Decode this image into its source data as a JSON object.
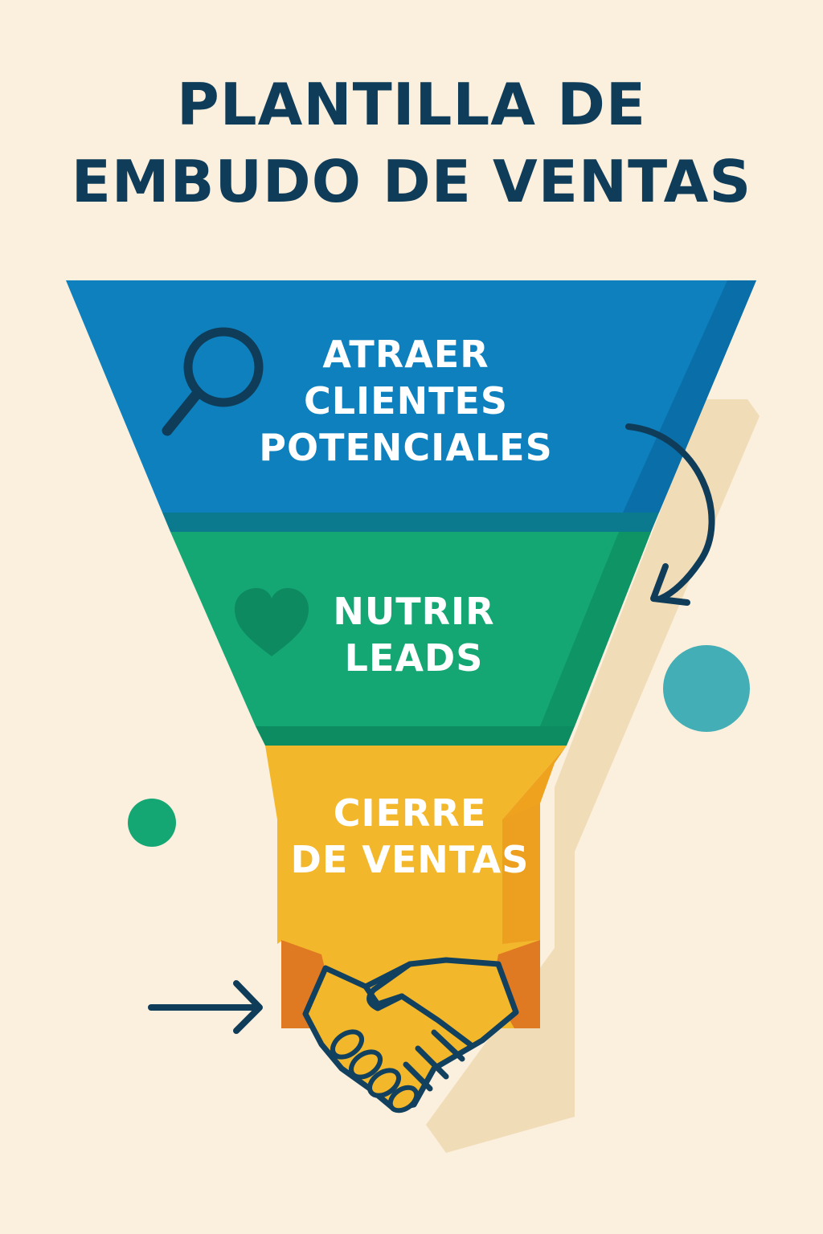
{
  "title": {
    "line1": "PLANTILLA DE",
    "line2": "EMBUDO DE VENTAS"
  },
  "stages": [
    {
      "line1": "ATRAER",
      "line2": "CLIENTES",
      "line3": "POTENCIALES",
      "icon": "magnifying-glass-icon",
      "color": "#0d80bd"
    },
    {
      "line1": "NUTRIR",
      "line2": "LEADS",
      "icon": "heart-icon",
      "color": "#14a774"
    },
    {
      "line1": "CIERRE",
      "line2": "DE VENTAS",
      "icon": "handshake-icon",
      "color": "#f3b72b"
    }
  ],
  "colors": {
    "background": "#fbefdd",
    "title": "#0f3c59",
    "stage_text": "#ffffff",
    "shadow": "#f1dcb8",
    "accent_teal": "#43aeb6",
    "accent_green": "#14a774",
    "handshake_outline": "#12405f",
    "cuff": "#e07a22"
  }
}
